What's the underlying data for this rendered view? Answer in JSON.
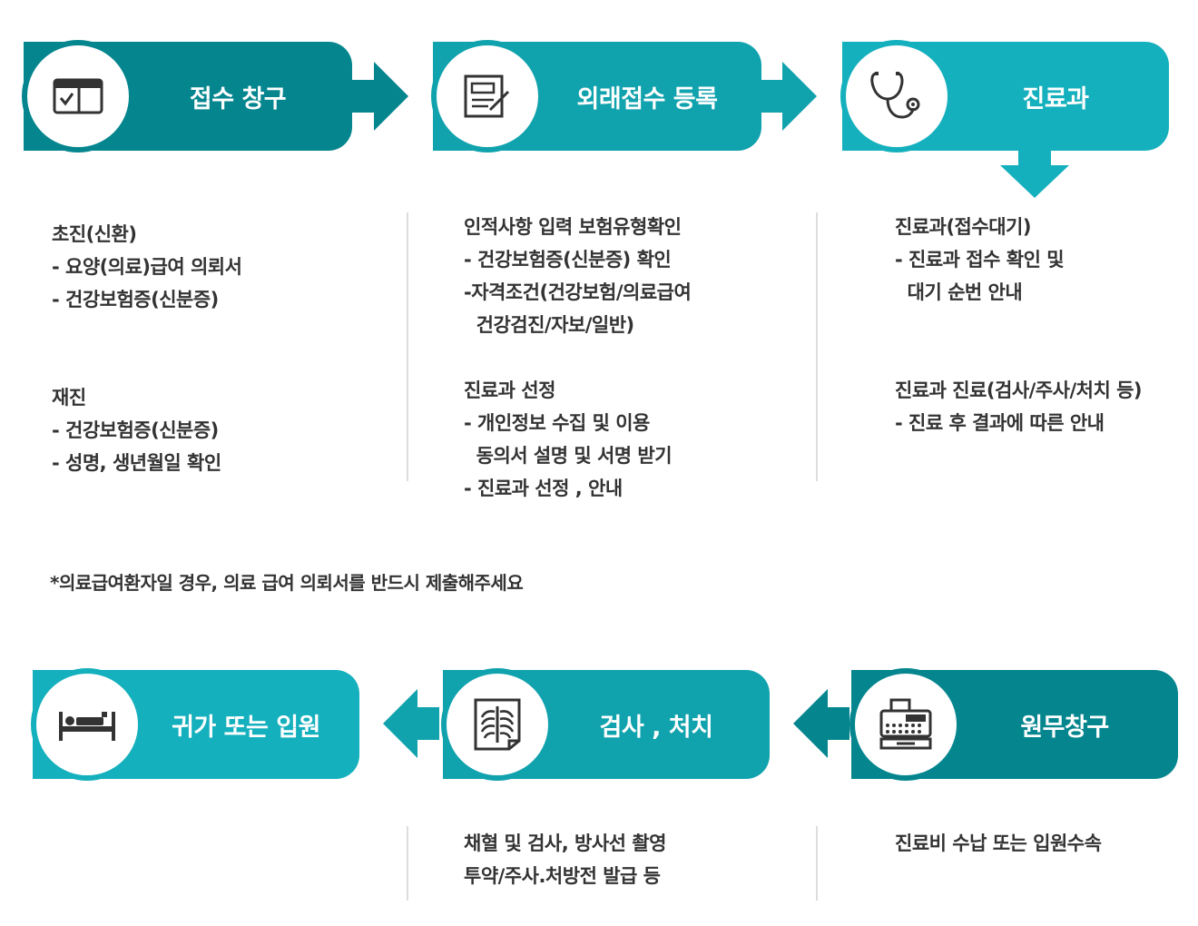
{
  "colors": {
    "dark_teal": "#05868f",
    "mid_teal": "#10a2ad",
    "light_teal": "#15b0bd",
    "text": "#333333",
    "divider": "#dddddd"
  },
  "steps": {
    "reception": {
      "label": "접수 창구",
      "icon": "reception-window-icon"
    },
    "outpatient": {
      "label": "외래접수 등록",
      "icon": "registration-form-icon"
    },
    "department": {
      "label": "진료과",
      "icon": "stethoscope-icon"
    },
    "home": {
      "label": "귀가 또는 입원",
      "icon": "hospital-bed-icon"
    },
    "exam": {
      "label": "검사 , 처치",
      "icon": "xray-icon"
    },
    "billing": {
      "label": "원무창구",
      "icon": "cash-register-icon"
    }
  },
  "details": {
    "reception": [
      "초진(신환)",
      "- 요양(의료)급여 의뢰서",
      "- 건강보험증(신분증)",
      "",
      "",
      "재진",
      "- 건강보험증(신분증)",
      "- 성명, 생년월일 확인"
    ],
    "outpatient": [
      "인적사항 입력 보험유형확인",
      "- 건강보험증(신분증) 확인",
      "-자격조건(건강보험/의료급여",
      "  건강검진/자보/일반)",
      "",
      "진료과 선정",
      "- 개인정보 수집 및 이용",
      "  동의서 설명 및 서명 받기",
      "- 진료과 선정 , 안내"
    ],
    "department": [
      "진료과(접수대기)",
      "- 진료과 접수 확인 및",
      "  대기 순번 안내",
      "",
      "",
      "진료과 진료(검사/주사/처치 등)",
      "- 진료 후 결과에 따른 안내"
    ],
    "exam": [
      "채혈 및 검사, 방사선 촬영",
      "투약/주사.처방전 발급 등"
    ],
    "billing": [
      "진료비 수납 또는 입원수속"
    ]
  },
  "note": "*의료급여환자일 경우, 의료 급여 의뢰서를 반드시 제출해주세요"
}
